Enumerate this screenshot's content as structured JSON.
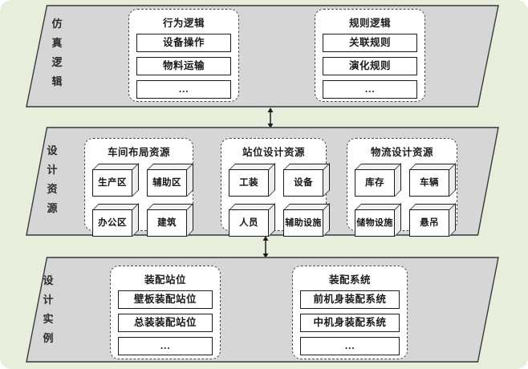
{
  "diagram": {
    "background_color": "#e7eedb",
    "layer_color": "#d6d6d6",
    "layers": [
      {
        "label_chars": [
          "仿",
          "真",
          "逻",
          "辑"
        ],
        "label": "仿真逻辑",
        "groups": [
          {
            "title": "行为逻辑",
            "items": [
              "设备操作",
              "物料运输",
              "…"
            ]
          },
          {
            "title": "规则逻辑",
            "items": [
              "关联规则",
              "演化规则",
              "…"
            ]
          }
        ]
      },
      {
        "label_chars": [
          "设",
          "计",
          "资",
          "源"
        ],
        "label": "设计资源",
        "groups": [
          {
            "title": "车间布局资源",
            "items": [
              "生产区",
              "辅助区",
              "办公区",
              "建筑"
            ]
          },
          {
            "title": "站位设计资源",
            "items": [
              "工装",
              "设备",
              "人员",
              "辅助设施"
            ]
          },
          {
            "title": "物流设计资源",
            "items": [
              "库存",
              "车辆",
              "储物设施",
              "悬吊"
            ]
          }
        ]
      },
      {
        "label_chars": [
          "设",
          "计",
          "实",
          "例"
        ],
        "label": "设计实例",
        "groups": [
          {
            "title": "装配站位",
            "items": [
              "壁板装配站位",
              "总装装配站位",
              "…"
            ]
          },
          {
            "title": "装配系统",
            "items": [
              "前机身装配系统",
              "中机身装配系统",
              "…"
            ]
          }
        ]
      }
    ],
    "connectors": [
      {
        "name": "arrow-simulation-to-resource",
        "type": "double-headed-vertical"
      },
      {
        "name": "arrow-resource-to-instance",
        "type": "double-headed-vertical"
      }
    ]
  }
}
